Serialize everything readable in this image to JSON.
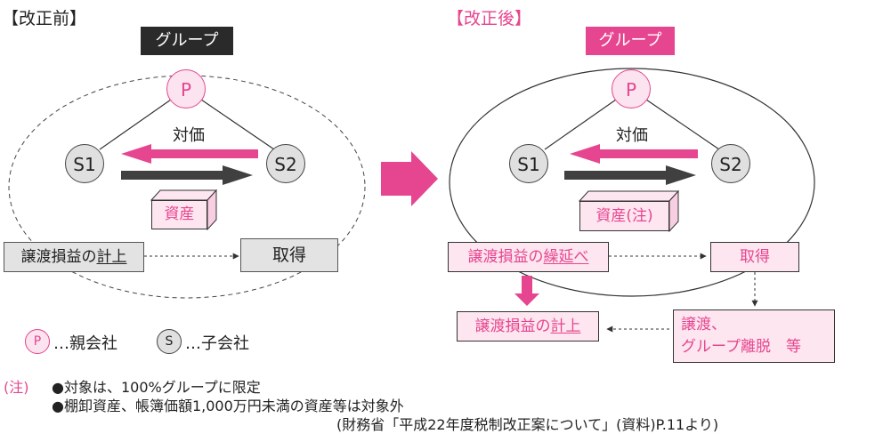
{
  "before": {
    "header": "【改正前】",
    "group_label": "グループ",
    "parent": "P",
    "s1": "S1",
    "s2": "S2",
    "consideration": "対価",
    "asset": "資産",
    "gain_prefix": "譲渡損益の",
    "gain_underlined": "計上",
    "acquisition": "取得"
  },
  "after": {
    "header": "【改正後】",
    "group_label": "グループ",
    "parent": "P",
    "s1": "S1",
    "s2": "S2",
    "consideration": "対価",
    "asset": "資産(注)",
    "deferral_prefix": "譲渡損益の",
    "deferral_underlined": "繰延べ",
    "acquisition": "取得",
    "recognition_prefix": "譲渡損益の",
    "recognition_underlined": "計上",
    "trigger_line1": "譲渡、",
    "trigger_line2": "グループ離脱　等"
  },
  "legend": {
    "p_symbol": "P",
    "p_text": "…親会社",
    "s_symbol": "S",
    "s_text": "…子会社"
  },
  "notes": {
    "marker": "(注)",
    "items": [
      "●対象は、100%グループに限定",
      "●棚卸資産、帳簿価額1,000万円未満の資産等は対象外"
    ],
    "source": "(財務省「平成22年度税制改正案について」(資料)P.11より)"
  },
  "colors": {
    "pink": "#e6458f",
    "dark_arrow": "#404040",
    "light_pink": "#fde6f0",
    "gray_fill": "#e3e3e3",
    "group_dark": "#2a2a2a"
  }
}
